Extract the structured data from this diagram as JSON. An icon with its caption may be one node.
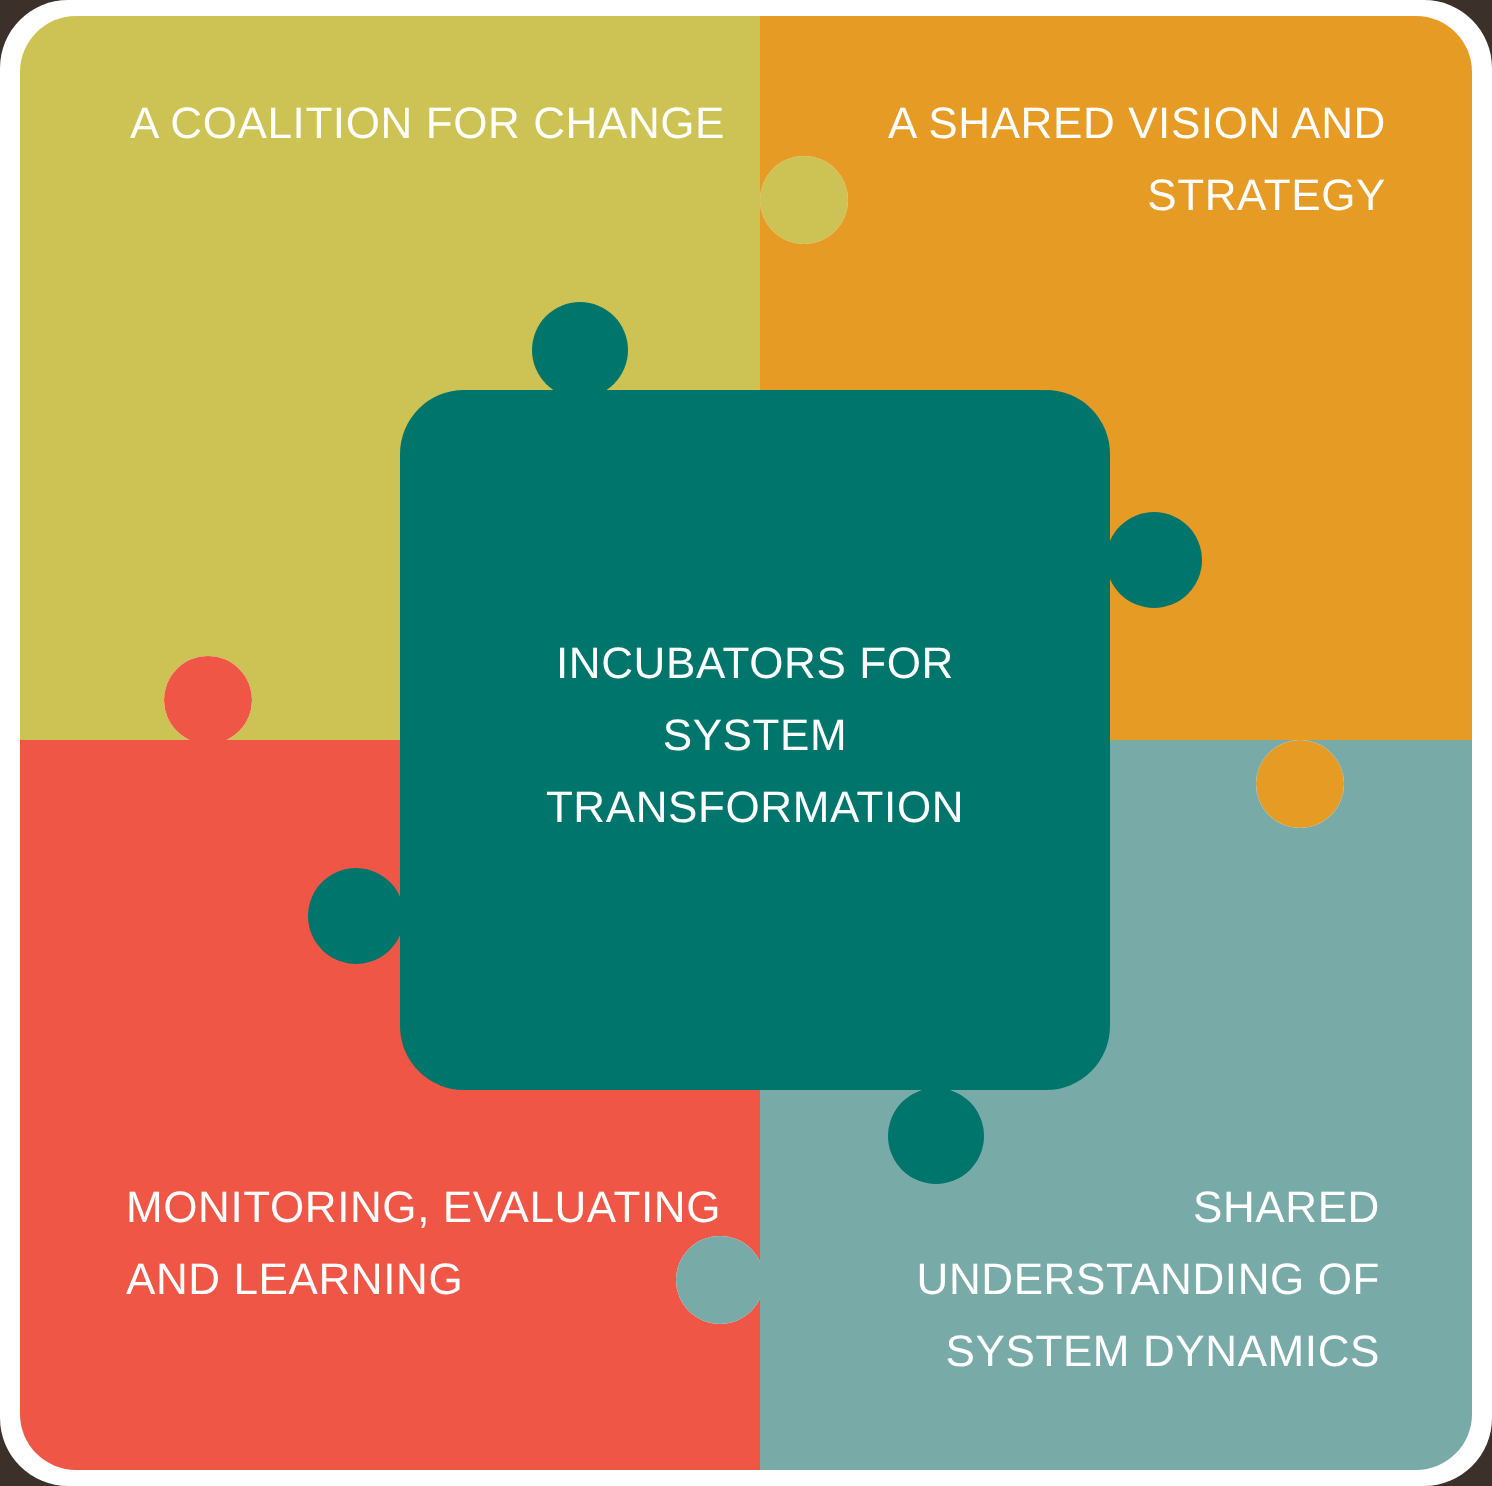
{
  "diagram": {
    "nodes": [
      {
        "text": [
          "A COALITION FOR CHANGE"
        ]
      },
      {
        "text": [
          "A SHARED VISION AND STRATEGY"
        ]
      },
      {
        "text": [
          "MONITORING, EVALUATING AND LEARNING"
        ]
      },
      {
        "text": [
          "SHARED UNDERSTANDING OF SYSTEM DYNAMICS"
        ]
      },
      {
        "text": [
          "INCUBATORS FOR SYSTEM TRANSFORMATION"
        ]
      }
    ]
  }
}
